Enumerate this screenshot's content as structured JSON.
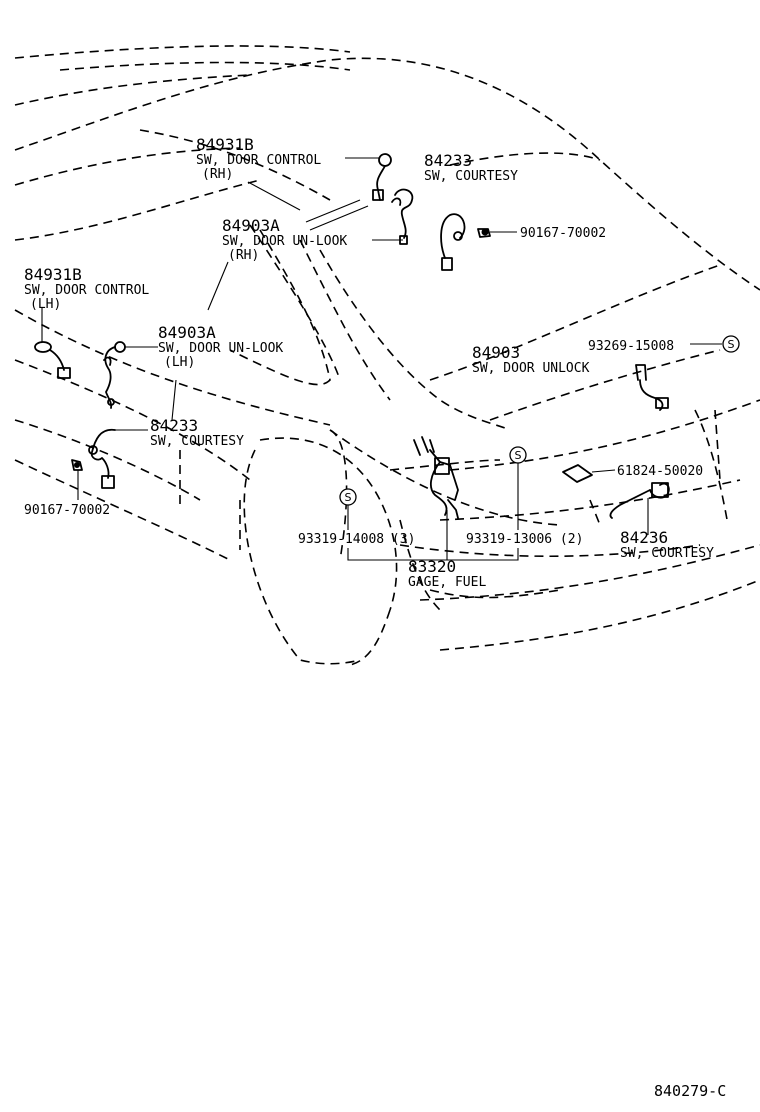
{
  "diagram_id": "840279-C",
  "parts": [
    {
      "part_no": "84931B",
      "desc": "SW, DOOR CONTROL",
      "side": "(RH)"
    },
    {
      "part_no": "84233",
      "desc": "SW, COURTESY"
    },
    {
      "part_no": "84903A",
      "desc": "SW, DOOR UN-LOOK",
      "side": "(RH)"
    },
    {
      "part_no": "90167-70002"
    },
    {
      "part_no": "84931B",
      "desc": "SW, DOOR CONTROL",
      "side": "(LH)"
    },
    {
      "part_no": "84903A",
      "desc": "SW, DOOR UN-LOOK",
      "side": "(LH)"
    },
    {
      "part_no": "84233",
      "desc": "SW, COURTESY"
    },
    {
      "part_no": "90167-70002"
    },
    {
      "part_no": "84903",
      "desc": "SW, DOOR UNLOCK"
    },
    {
      "part_no": "93269-15008"
    },
    {
      "part_no": "93319-14008 (3)"
    },
    {
      "part_no": "93319-13006 (2)"
    },
    {
      "part_no": "61824-50020"
    },
    {
      "part_no": "83320",
      "desc": "GAGE, FUEL"
    },
    {
      "part_no": "84236",
      "desc": "SW, COURTESY"
    }
  ],
  "symbol_text": "S"
}
